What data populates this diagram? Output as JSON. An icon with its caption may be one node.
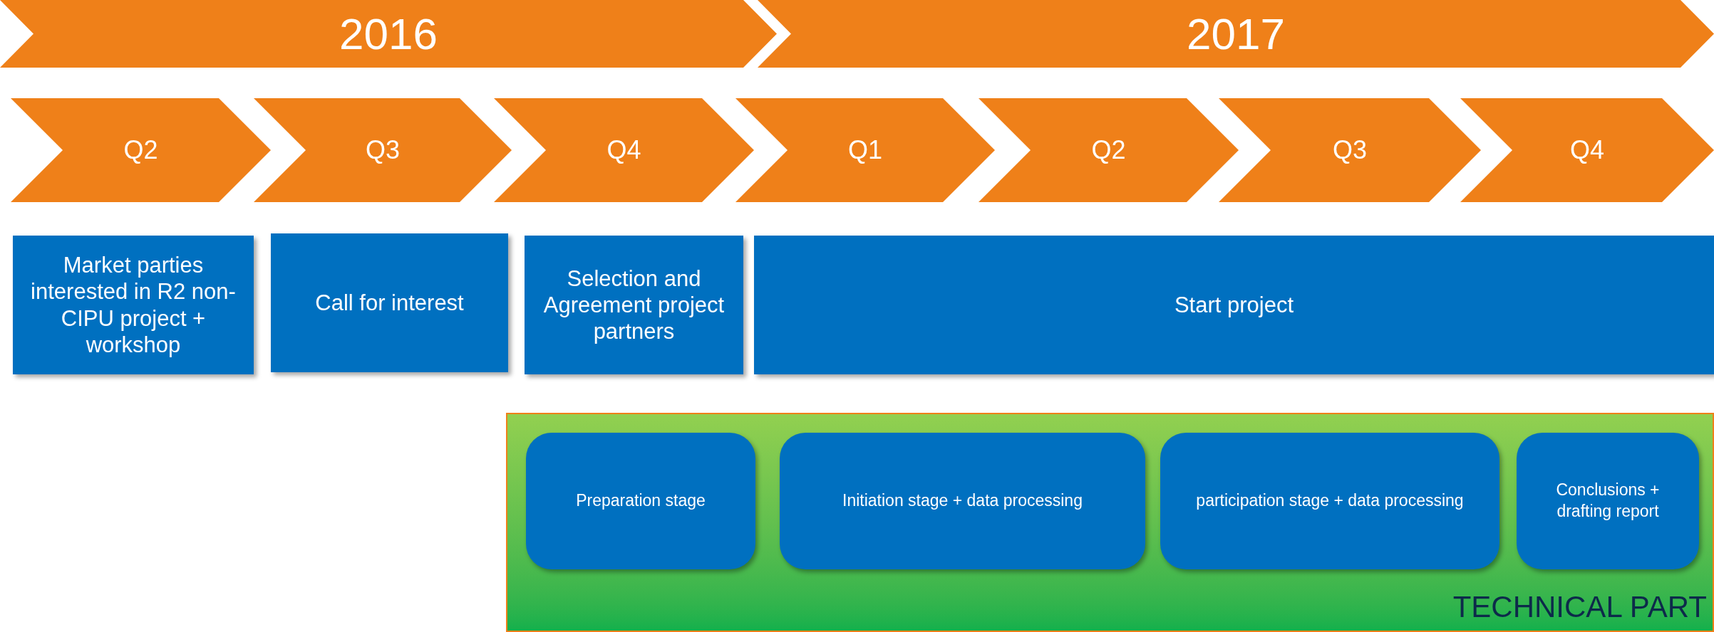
{
  "diagram": {
    "nodes": [
      {
        "text": [
          "2016"
        ]
      },
      {
        "text": [
          "2017"
        ]
      },
      {
        "text": [
          "Q2"
        ]
      },
      {
        "text": [
          "Q3"
        ]
      },
      {
        "text": [
          "Q4"
        ]
      },
      {
        "text": [
          "Q1"
        ]
      },
      {
        "text": [
          "Q2"
        ]
      },
      {
        "text": [
          "Q3"
        ]
      },
      {
        "text": [
          "Q4"
        ]
      },
      {
        "text": [
          "Market parties interested in R2 non-CIPU project + workshop"
        ]
      },
      {
        "text": [
          "Call for interest"
        ]
      },
      {
        "text": [
          "Selection and Agreement project partners"
        ]
      },
      {
        "text": [
          "Start project"
        ]
      },
      {
        "text": [
          "TECHNICAL PART"
        ]
      },
      {
        "text": [
          "Preparation stage"
        ],
        "in": 13
      },
      {
        "text": [
          "Initiation stage + data processing"
        ],
        "in": 13
      },
      {
        "text": [
          "participation stage + data processing"
        ],
        "in": 13
      },
      {
        "text": [
          "Conclusions + drafting report"
        ],
        "in": 13
      }
    ],
    "edges": []
  }
}
